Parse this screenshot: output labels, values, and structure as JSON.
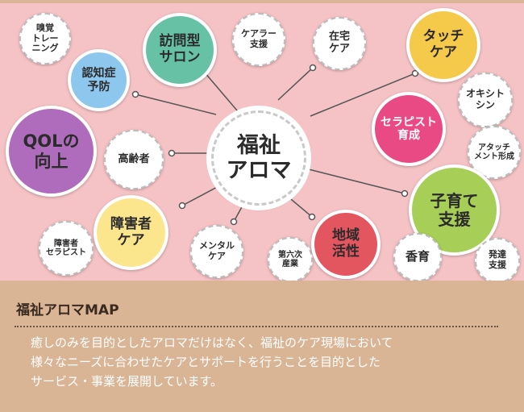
{
  "center": {
    "label": "福祉\nアロマ"
  },
  "nodes": {
    "smell_training": "嗅覚\nトレー\nニング",
    "dementia_prevention": "認知症\n予防",
    "visiting_salon": "訪問型\nサロン",
    "carer_support": "ケアラー\n支援",
    "home_care": "在宅\nケア",
    "touch_care": "タッチ\nケア",
    "oxytocin": "オキシト\nシン",
    "therapist_training": "セラピスト\n育成",
    "attachment": "アタッチ\nメント形成",
    "childcare_support": "子育て\n支援",
    "qol": "QOLの\n向上",
    "elderly": "高齢者",
    "disability_care": "障害者\nケア",
    "disability_therapist": "障害者\nセラピスト",
    "mental_care": "メンタル\nケア",
    "tertiary_industry": "第六次\n産業",
    "regional_revitalization": "地域\n活性",
    "incense": "香育",
    "development_support": "発達\n支援"
  },
  "colors": {
    "background": "#f5c2c5",
    "footer": "#d9b595",
    "green": "#67c2a5",
    "yellow": "#f5c94a",
    "blue": "#8ec7ee",
    "magenta": "#ea4a84",
    "purple": "#b06cbc",
    "pale_yellow": "#fbe68d",
    "red": "#e4565f",
    "lime": "#a7cf57",
    "connector": "#555555"
  },
  "footer": {
    "title": "福祉アロマMAP",
    "body_lines": [
      "癒しのみを目的としたアロマだけはなく、福祉のケア現場において",
      "様々なニーズに合わせたケアとサポートを行うことを目的とした",
      "サービス・事業を展開しています。"
    ]
  }
}
